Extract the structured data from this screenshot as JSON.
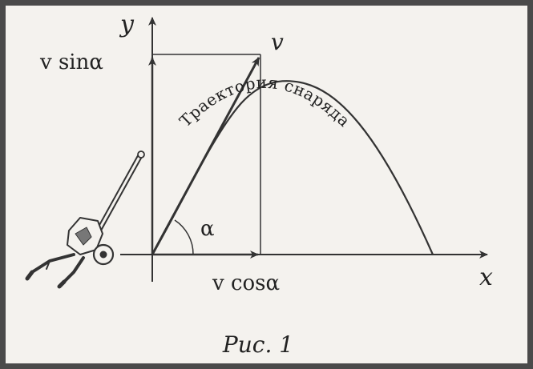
{
  "labels": {
    "y_axis": "y",
    "x_axis": "x",
    "velocity": "v",
    "v_sin": "v sinα",
    "v_cos": "v cosα",
    "angle": "α",
    "trajectory": "Траектория снаряда",
    "caption": "Рис. 1"
  },
  "colors": {
    "ink": "#222222",
    "paper": "#f4f2ee",
    "frame": "#4a4a4a"
  }
}
